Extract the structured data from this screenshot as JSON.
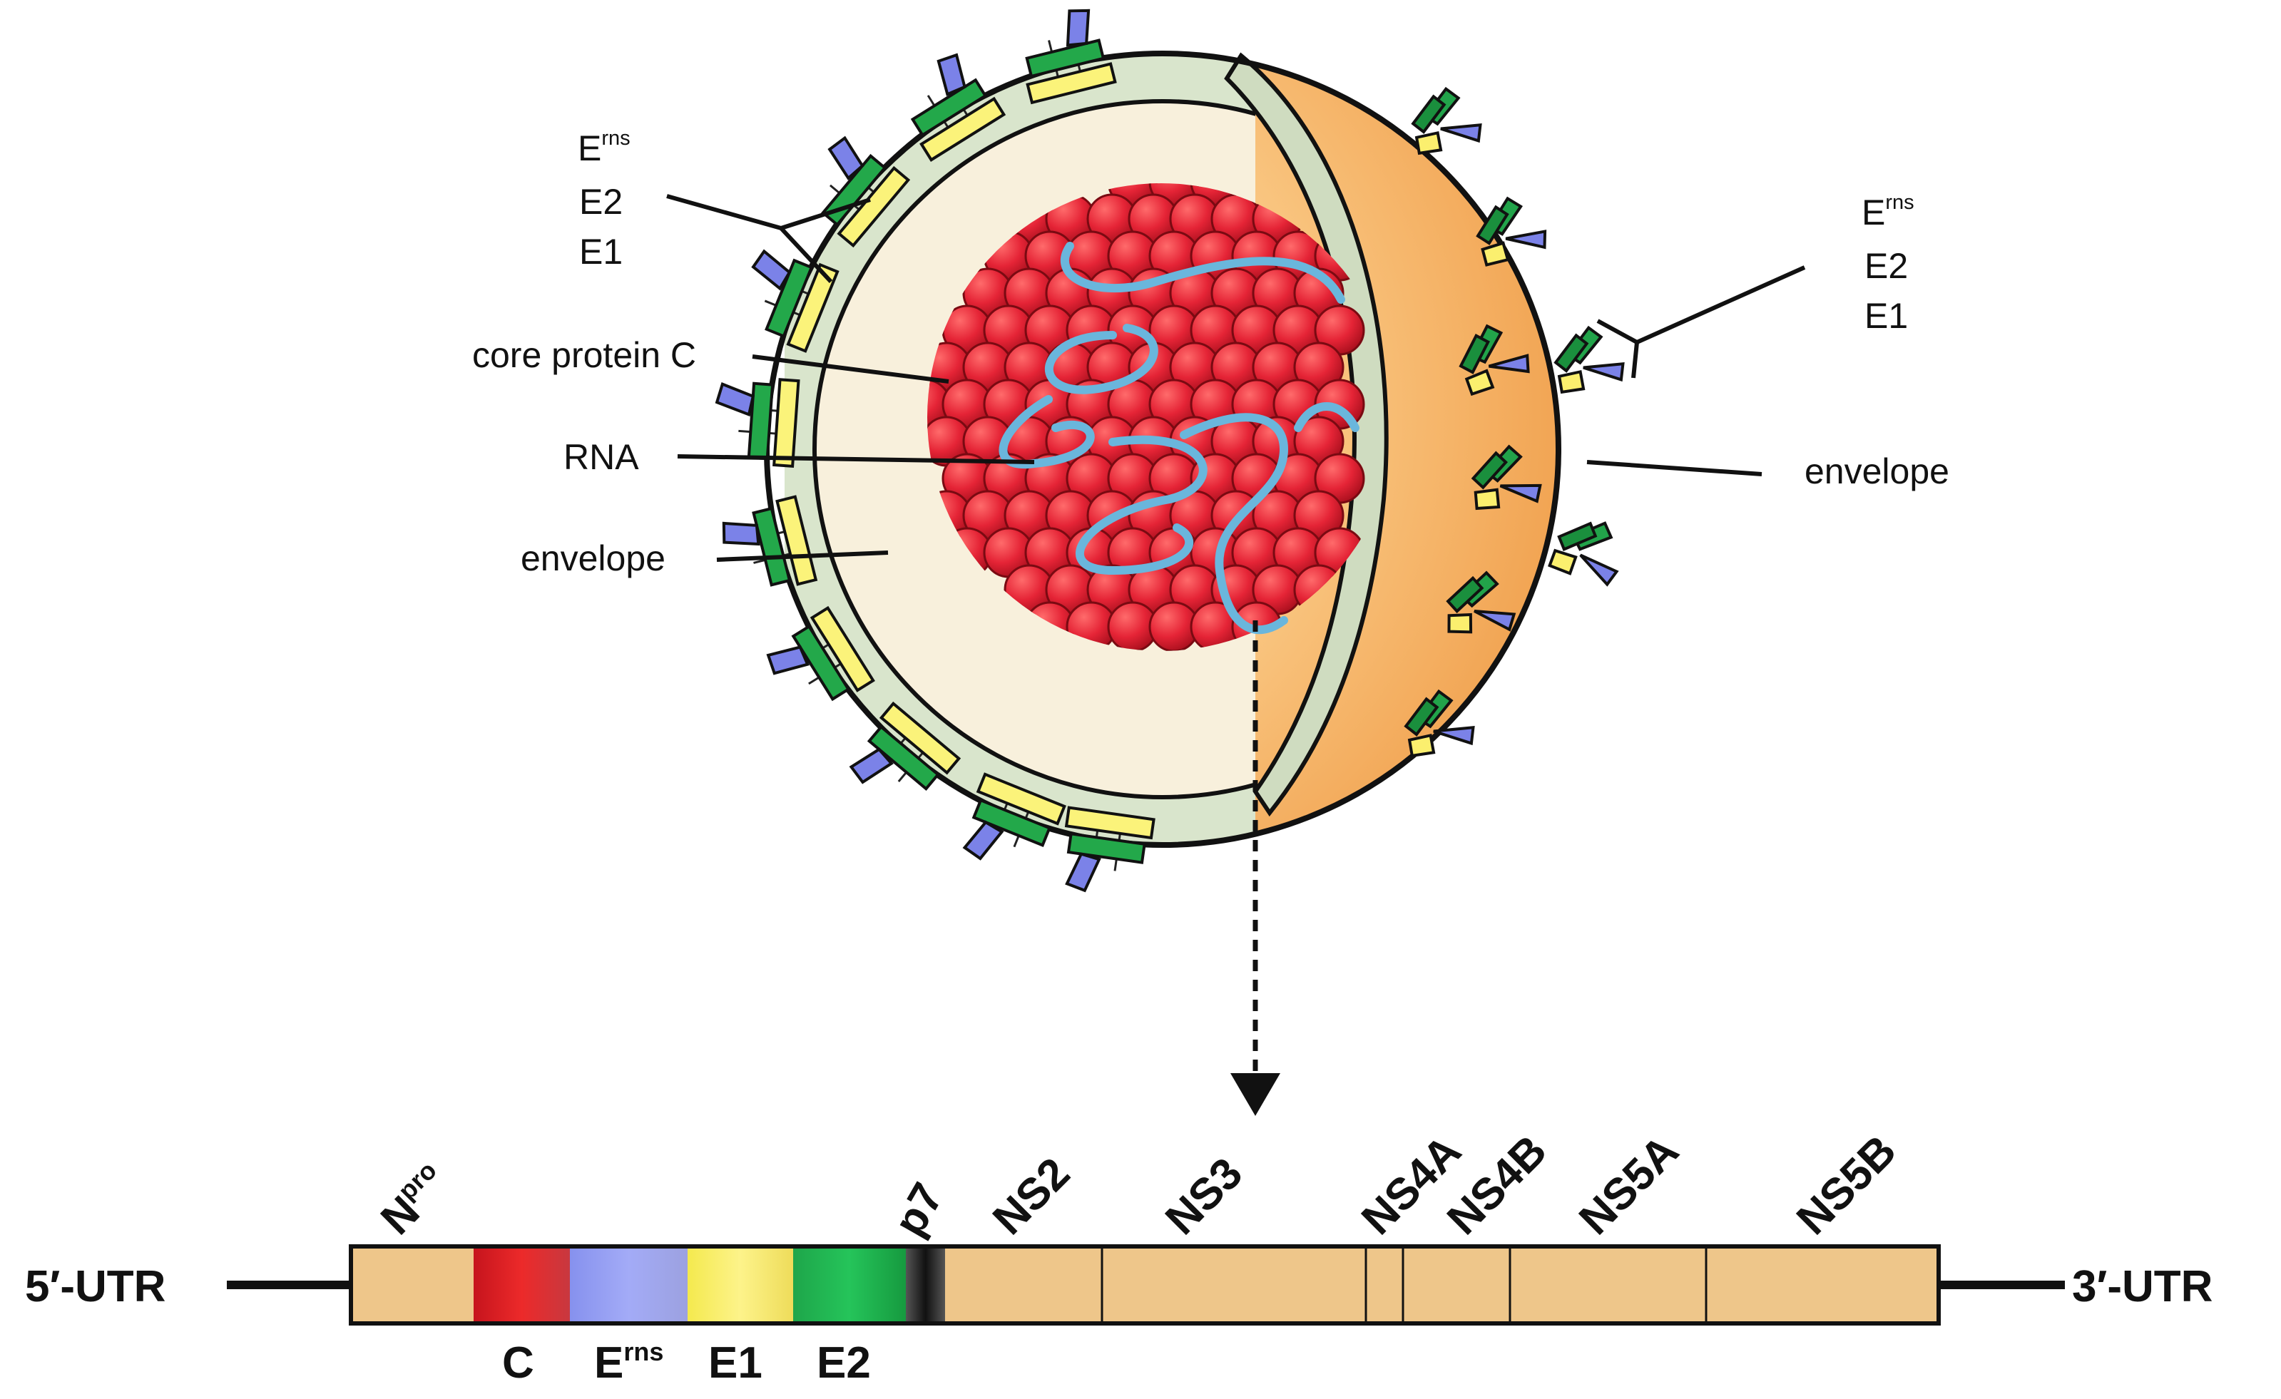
{
  "virion": {
    "label_left_protein_1": "E",
    "label_left_protein_1_sup": "rns",
    "label_left_protein_2": "E2",
    "label_left_protein_3": "E1",
    "label_right_protein_1": "E",
    "label_right_protein_1_sup": "rns",
    "label_right_protein_2": "E2",
    "label_right_protein_3": "E1",
    "label_core": "core protein C",
    "label_rna": "RNA",
    "label_envelope_left": "envelope",
    "label_envelope_right": "envelope"
  },
  "genome": {
    "utr5": "5′-UTR",
    "utr3": "3′-UTR",
    "top_labels": {
      "npro": "N",
      "npro_sup": "pro",
      "p7": "p7",
      "ns2": "NS2",
      "ns3": "NS3",
      "ns4a": "NS4A",
      "ns4b": "NS4B",
      "ns5a": "NS5A",
      "ns5b": "NS5B"
    },
    "bottom_labels": {
      "c": "C",
      "erns": "E",
      "erns_sup": "rns",
      "e1": "E1",
      "e2": "E2"
    }
  },
  "colors": {
    "polyprotein": "#eec68a",
    "capsid": "#e0202f",
    "erns": "#8f97ee",
    "e1": "#f7f066",
    "e2": "#1eb24a",
    "p7": "#2a2a2a",
    "core_sphere": "#e52436",
    "rna": "#6ab6dc",
    "envelope_outer": "#f8bf78",
    "membrane": "#dbe6cf",
    "interior": "#f7f0dd"
  }
}
